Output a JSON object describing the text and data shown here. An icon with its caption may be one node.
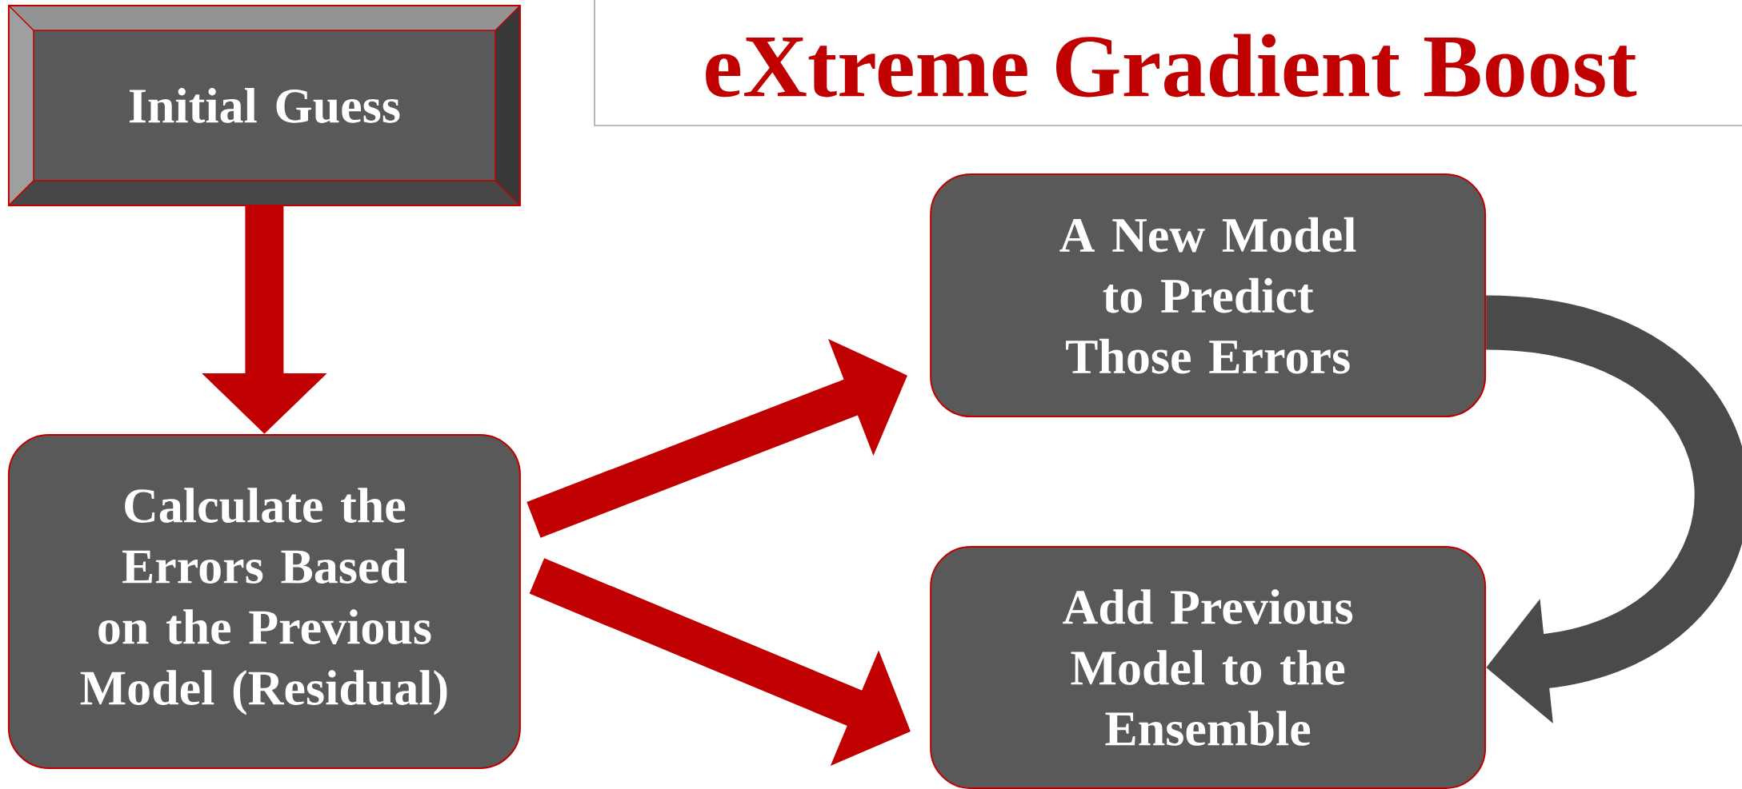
{
  "diagram": {
    "title": "eXtreme Gradient Boost",
    "nodes": [
      {
        "text": [
          "Initial Guess"
        ]
      },
      {
        "text": [
          "Calculate the Errors Based on the Previous Model (Residual)"
        ]
      },
      {
        "text": [
          "A New Model to Predict Those Errors"
        ]
      },
      {
        "text": [
          "Add Previous Model to the Ensemble"
        ]
      }
    ],
    "edges": [
      {
        "from": 0,
        "to": 1,
        "arrow": "to"
      },
      {
        "from": 1,
        "to": 2,
        "arrow": "to"
      },
      {
        "from": 1,
        "to": 3,
        "arrow": "to"
      },
      {
        "from": 2,
        "to": 3,
        "arrow": "to",
        "color": "#4a4a4a"
      }
    ]
  }
}
